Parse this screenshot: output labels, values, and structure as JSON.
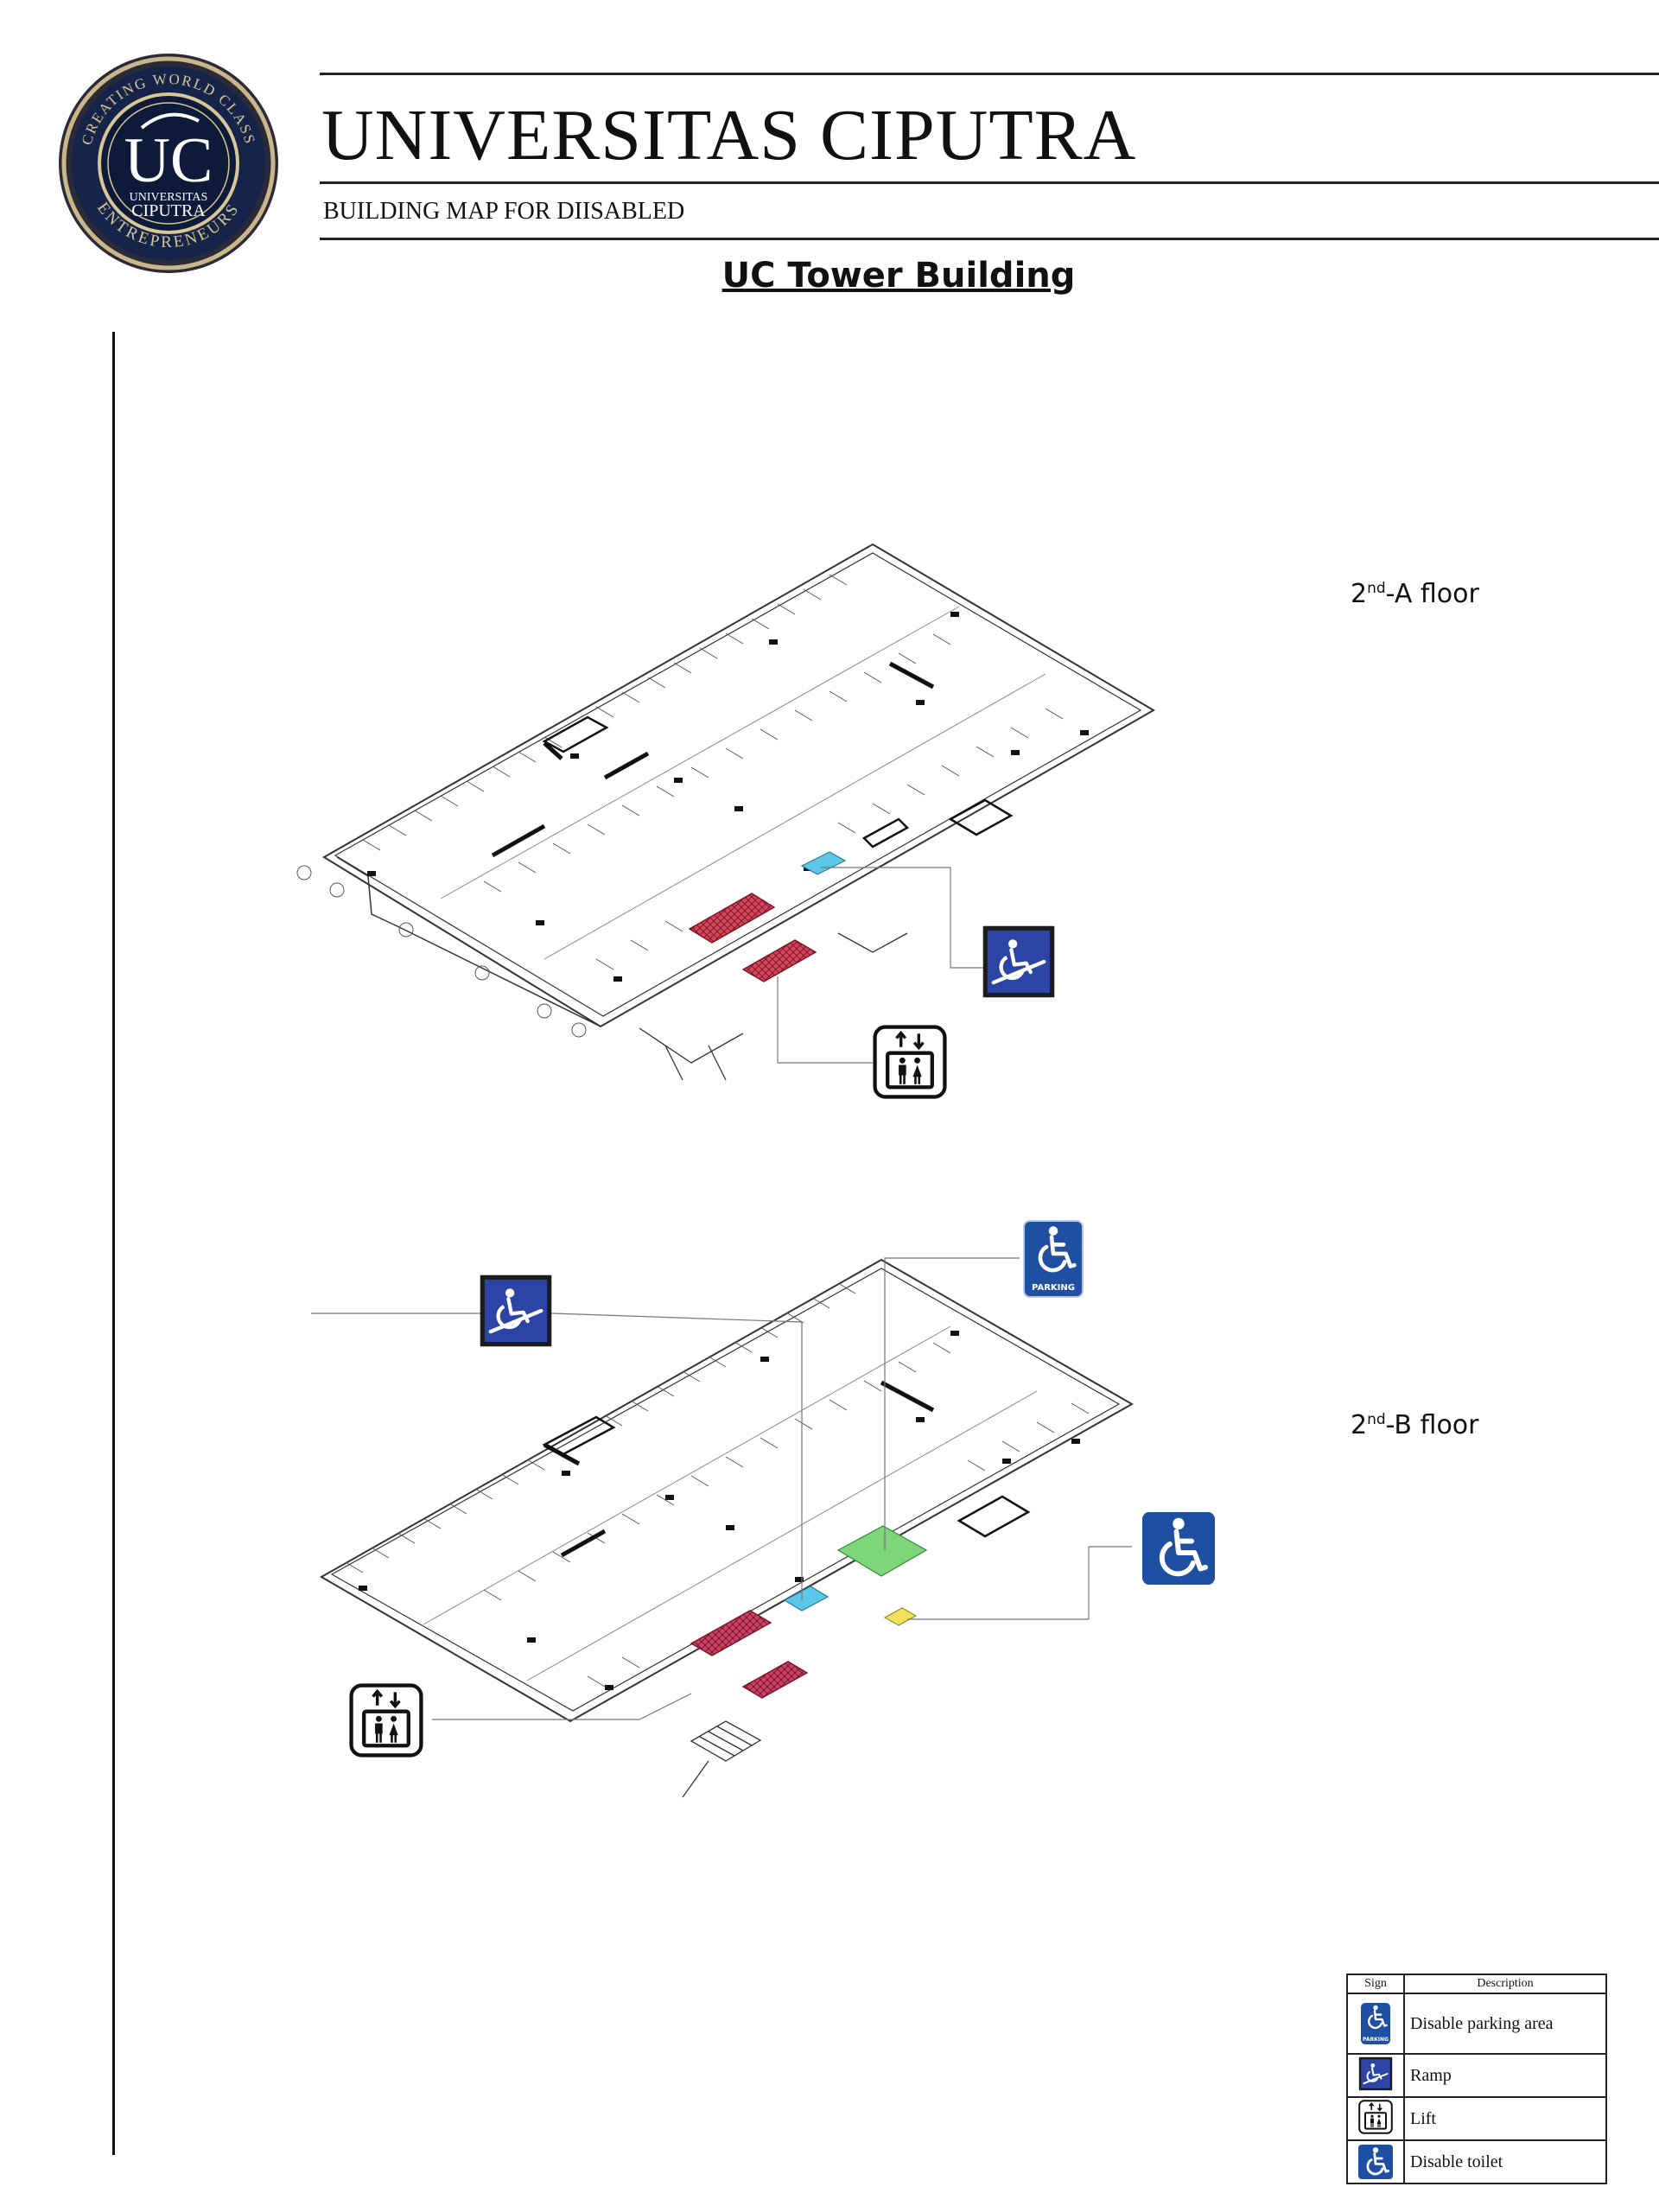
{
  "header": {
    "logo": {
      "ring_top_text": "CREATING WORLD CLASS",
      "ring_bottom_text": "ENTREPRENEURS",
      "monogram": "UC",
      "inner_line1": "UNIVERSITAS",
      "inner_line2": "CIPUTRA"
    },
    "title": "UNIVERSITAS CIPUTRA",
    "subtitle": "BUILDING MAP FOR DIISABLED",
    "building_name": "UC Tower Building"
  },
  "floors": [
    {
      "label_main": "2",
      "label_sup": "nd",
      "label_rest": "-A floor",
      "signs": [
        "ramp-icon",
        "lift-icon"
      ]
    },
    {
      "label_main": "2",
      "label_sup": "nd",
      "label_rest": "-B floor",
      "signs": [
        "ramp-icon",
        "parking-icon",
        "wheelchair-icon",
        "lift-icon"
      ]
    }
  ],
  "parking_sign_text": "PARKING",
  "legend": {
    "col_sign": "Sign",
    "col_description": "Description",
    "rows": [
      {
        "icon": "parking-icon",
        "description": "Disable parking area"
      },
      {
        "icon": "ramp-icon",
        "description": "Ramp"
      },
      {
        "icon": "lift-icon",
        "description": "Lift"
      },
      {
        "icon": "wheelchair-icon",
        "description": "Disable toilet"
      }
    ]
  },
  "colors": {
    "sign_blue": "#1f4fa0",
    "ramp_blue": "#2c44a6",
    "lift_zone_red": "#d0465a",
    "ramp_zone_cyan": "#5cc7e8",
    "parking_zone_green": "#7fd67a",
    "toilet_zone_yellow": "#f0e25a"
  }
}
